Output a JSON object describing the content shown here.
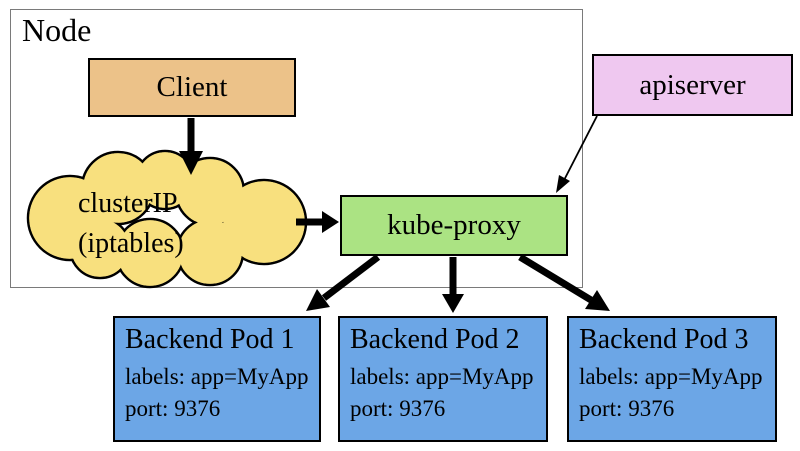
{
  "colors": {
    "client_fill": "#ecc289",
    "cloud_fill": "#f8e07e",
    "kube_proxy_fill": "#abe383",
    "apiserver_fill": "#efc8f0",
    "pod_fill": "#6ca6e6",
    "arrow": "#000000",
    "outline": "#000000"
  },
  "node": {
    "label": "Node"
  },
  "client": {
    "label": "Client"
  },
  "cluster_ip": {
    "line1": "clusterIP",
    "line2": "(iptables)"
  },
  "kube_proxy": {
    "label": "kube-proxy"
  },
  "apiserver": {
    "label": "apiserver"
  },
  "pods": [
    {
      "title": "Backend Pod 1",
      "labels": "labels: app=MyApp",
      "port": "port: 9376"
    },
    {
      "title": "Backend Pod 2",
      "labels": "labels: app=MyApp",
      "port": "port: 9376"
    },
    {
      "title": "Backend Pod 3",
      "labels": "labels: app=MyApp",
      "port": "port: 9376"
    }
  ]
}
